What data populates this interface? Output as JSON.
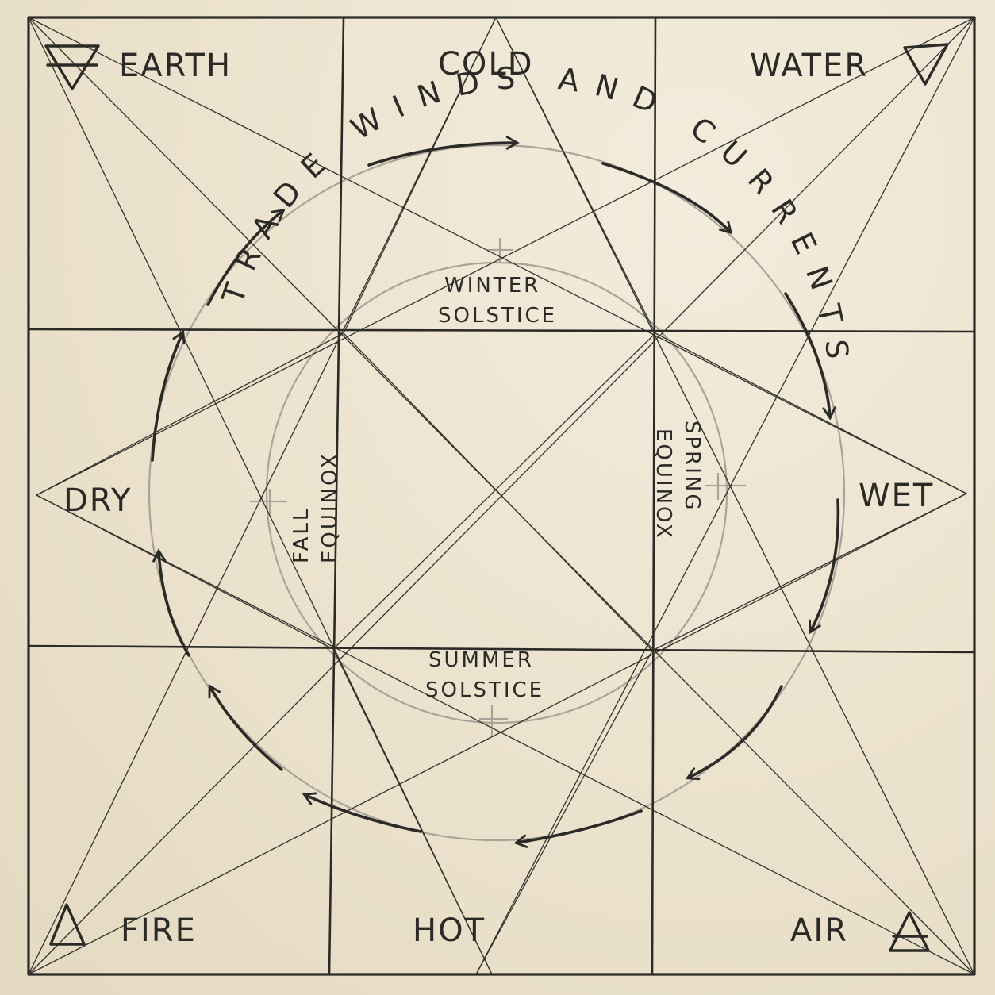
{
  "labels": {
    "earth": "EARTH",
    "cold": "COLD",
    "water": "WATER",
    "dry": "DRY",
    "wet": "WET",
    "fire": "FIRE",
    "hot": "HOT",
    "air": "AIR",
    "trade_winds": "TRADE WINDS AND CURRENTS",
    "winter_1": "WINTER",
    "winter_2": "SOLSTICE",
    "summer_1": "SUMMER",
    "summer_2": "SOLSTICE",
    "fall_1": "FALL",
    "fall_2": "EQUINOX",
    "spring_1": "SPRING",
    "spring_2": "EQUINOX"
  },
  "colors": {
    "ink": "#2b2a26",
    "paper": "#efe6d4",
    "pencil": "#a9a497"
  }
}
